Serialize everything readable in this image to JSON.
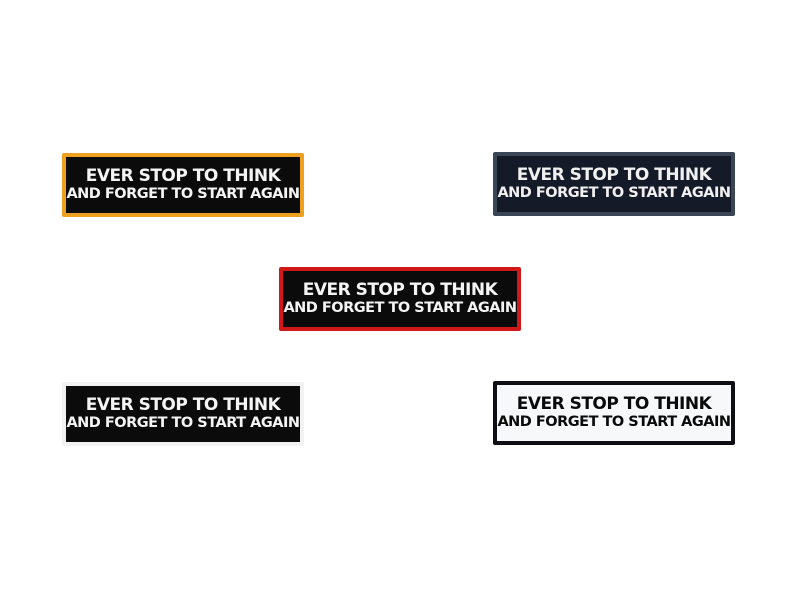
{
  "patches": [
    {
      "line1": "EVER STOP TO THINK",
      "line2": "AND FORGET TO START AGAIN",
      "border": "#f0a020",
      "fill": "#0b0b0b",
      "text": "#f4f4f4"
    },
    {
      "line1": "EVER STOP TO THINK",
      "line2": "AND FORGET TO START AGAIN",
      "border": "#3a4656",
      "fill": "#141a28",
      "text": "#f0f0f0"
    },
    {
      "line1": "EVER STOP TO THINK",
      "line2": "AND FORGET TO START AGAIN",
      "border": "#d01818",
      "fill": "#0b0b0b",
      "text": "#f4f4f4"
    },
    {
      "line1": "EVER STOP TO THINK",
      "line2": "AND FORGET TO START AGAIN",
      "border": "#f2f2f2",
      "fill": "#0b0b0b",
      "text": "#f4f4f4"
    },
    {
      "line1": "EVER STOP TO THINK",
      "line2": "AND FORGET TO START AGAIN",
      "border": "#0e0e14",
      "fill": "#f6f8fa",
      "text": "#0a0a0a"
    }
  ]
}
